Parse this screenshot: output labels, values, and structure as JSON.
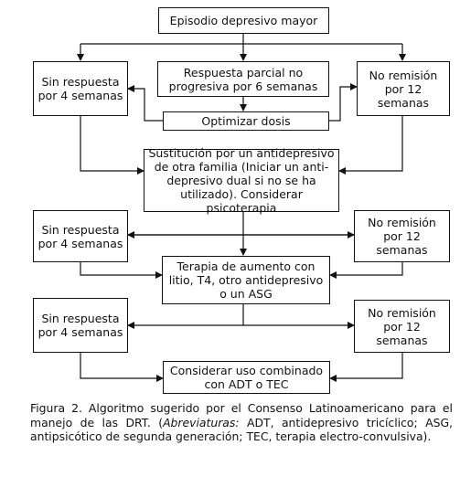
{
  "diagram": {
    "nodes": {
      "start": "Episodio depresivo mayor",
      "nr1": "Sin respuesta por 4 semanas",
      "partial": "Respuesta parcial no progresiva por 6 semanas",
      "noremit1": "No remisión por 12 semanas",
      "optimize": "Optimizar dosis",
      "switch": "Sustitución por un antidepresivo de otra familia (Iniciar un anti-depresivo dual si no se ha utilizado). Considerar psicoterapia",
      "nr2": "Sin respuesta por 4 semanas",
      "noremit2": "No remisión por 12 semanas",
      "augment": "Terapia de aumento con litio, T4, otro antidepresivo o un ASG",
      "nr3": "Sin respuesta por 4 semanas",
      "noremit3": "No remisión por 12 semanas",
      "combine": "Considerar uso combinado con ADT o TEC"
    }
  },
  "caption": {
    "label": "Figura 2.",
    "text1": " Algoritmo sugerido por el Consenso Latinoamericano para el manejo de las DRT. (",
    "abbr_label": "Abreviaturas:",
    "text2": " ADT, antidepresivo tricíclico; ASG, antipsicótico de segunda generación; TEC, terapia electro-convulsiva)."
  }
}
